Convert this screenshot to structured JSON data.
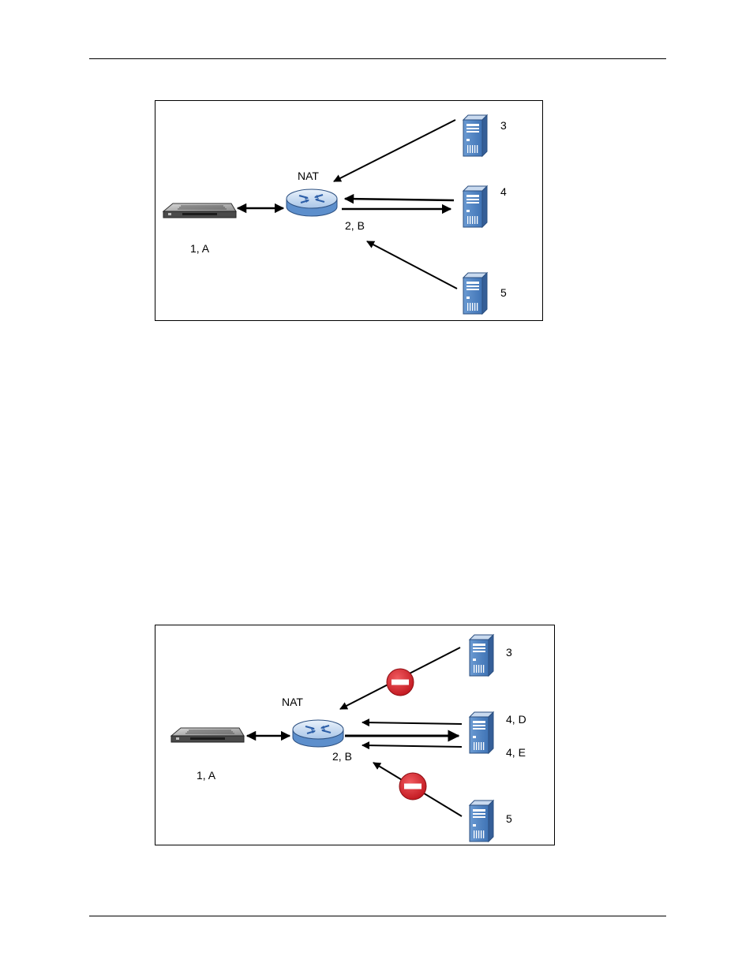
{
  "figure1": {
    "nat_label": "NAT",
    "host_label": "1, A",
    "router_label": "2, B",
    "server3_label": "3",
    "server4_label": "4",
    "server5_label": "5"
  },
  "figure2": {
    "nat_label": "NAT",
    "host_label": "1, A",
    "router_label": "2, B",
    "server3_label": "3",
    "server4d_label": "4, D",
    "server4e_label": "4, E",
    "server5_label": "5"
  },
  "colors": {
    "server_blue": "#4f86c6",
    "router_blue": "#8fb4e0",
    "block_red": "#d2202a"
  }
}
